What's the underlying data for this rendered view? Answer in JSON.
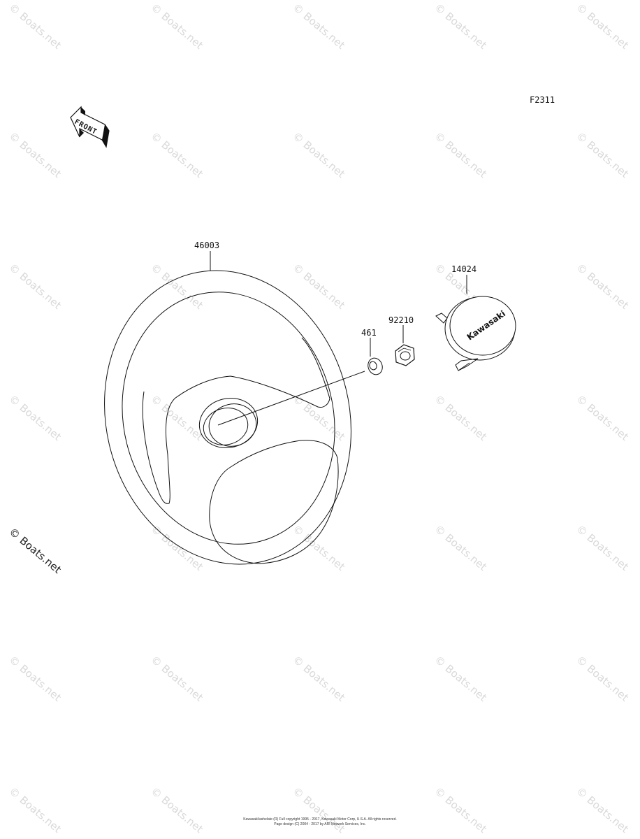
{
  "figure_code": "F2311",
  "front_label": "FRONT",
  "parts": [
    {
      "number": "46003",
      "name": "steering-wheel"
    },
    {
      "number": "461",
      "name": "washer"
    },
    {
      "number": "92210",
      "name": "nut"
    },
    {
      "number": "14024",
      "name": "cap"
    }
  ],
  "cap_brand": "Kawasaki",
  "watermark_text": "© Boats.net",
  "copyright_line1": "Kawasaki/ashelate (R) Full copyright 1995 - 2017, Kawasaki Motor Corp, U.S.A. All rights reserved.",
  "copyright_line2": "Page design (C) 2004 - 2017 by ARI Network Services, Inc."
}
